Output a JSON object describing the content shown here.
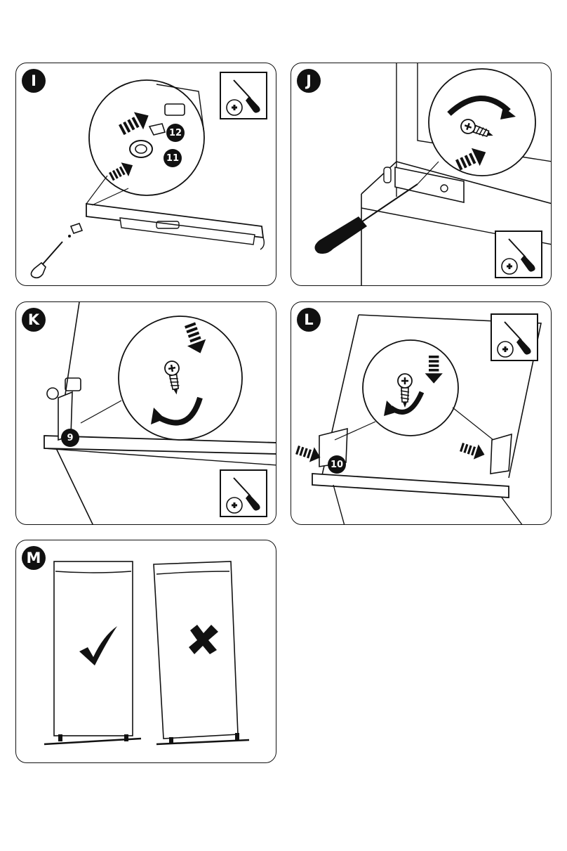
{
  "panels": [
    {
      "letter": "I",
      "callouts": [
        "12",
        "11"
      ],
      "tool_icon": "phillips-screwdriver-icon"
    },
    {
      "letter": "J",
      "tool_icon": "phillips-screwdriver-icon"
    },
    {
      "letter": "K",
      "callouts": [
        "9"
      ],
      "tool_icon": "phillips-screwdriver-icon"
    },
    {
      "letter": "L",
      "callouts": [
        "10"
      ],
      "tool_icon": "phillips-screwdriver-icon"
    },
    {
      "letter": "M",
      "marks": [
        "check-icon",
        "cross-icon"
      ]
    }
  ]
}
